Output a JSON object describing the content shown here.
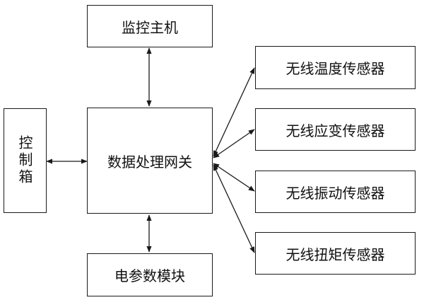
{
  "diagram": {
    "nodes": {
      "host": "监控主机",
      "gateway": "数据处理网关",
      "control_box": "控制箱",
      "power_module": "电参数模块",
      "sensors": [
        "无线温度传感器",
        "无线应变传感器",
        "无线振动传感器",
        "无线扭矩传感器"
      ]
    },
    "edges": [
      {
        "from": "gateway",
        "to": "host",
        "direction": "bidirectional"
      },
      {
        "from": "gateway",
        "to": "control_box",
        "direction": "bidirectional"
      },
      {
        "from": "gateway",
        "to": "power_module",
        "direction": "bidirectional"
      },
      {
        "from": "gateway",
        "to": "sensors.0",
        "direction": "bidirectional"
      },
      {
        "from": "gateway",
        "to": "sensors.1",
        "direction": "bidirectional"
      },
      {
        "from": "gateway",
        "to": "sensors.2",
        "direction": "bidirectional"
      },
      {
        "from": "gateway",
        "to": "sensors.3",
        "direction": "bidirectional"
      }
    ],
    "colors": {
      "stroke": "#1a1a1a",
      "text": "#111111",
      "background": "#ffffff"
    }
  }
}
